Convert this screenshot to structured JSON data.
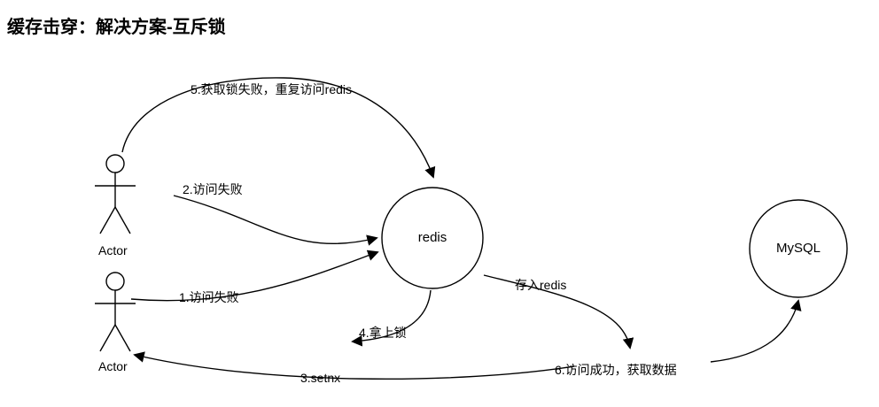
{
  "title": "缓存击穿：解决方案-互斥锁",
  "nodes": {
    "redis": "redis",
    "mysql": "MySQL",
    "actor_top": "Actor",
    "actor_bottom": "Actor"
  },
  "labels": {
    "step1": "1.访问失败",
    "step2": "2.访问失败",
    "step3": "3.setnx",
    "step4": "4.拿上锁",
    "step5": "5.获取锁失败，重复访问redis",
    "step6": "6.访问成功，获取数据",
    "store": "存入redis"
  },
  "colors": {
    "stroke": "#000000",
    "background": "#ffffff"
  }
}
